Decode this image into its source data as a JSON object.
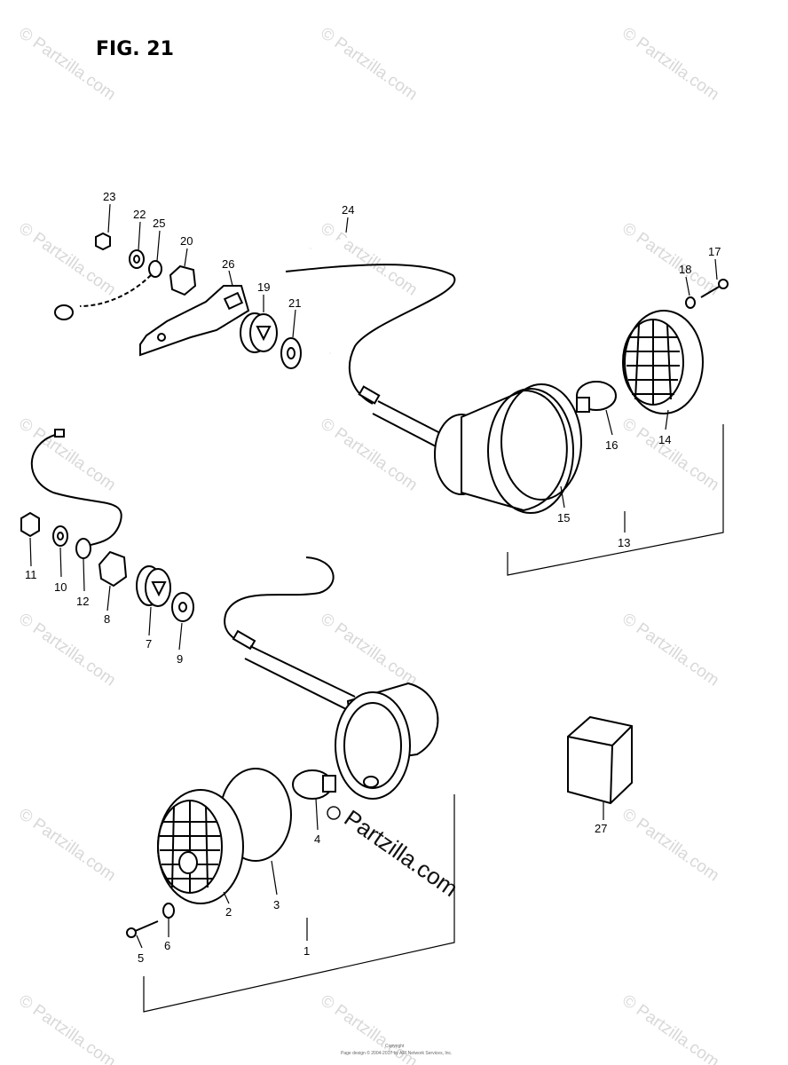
{
  "figure": {
    "title": "FIG. 21"
  },
  "part_labels": [
    "1",
    "2",
    "3",
    "4",
    "5",
    "6",
    "7",
    "8",
    "9",
    "10",
    "11",
    "12",
    "13",
    "14",
    "15",
    "16",
    "17",
    "18",
    "19",
    "20",
    "21",
    "22",
    "23",
    "24",
    "25",
    "26",
    "27"
  ],
  "watermark": {
    "text": "© Partzilla.com",
    "center_text": "Partzilla.com"
  },
  "footer": {
    "line1": "Copyright",
    "line2": "Page design © 2004-2017 by ARI Network Services, Inc."
  },
  "colors": {
    "ink": "#000000",
    "watermark": "#d8d8d8",
    "background": "#ffffff"
  }
}
